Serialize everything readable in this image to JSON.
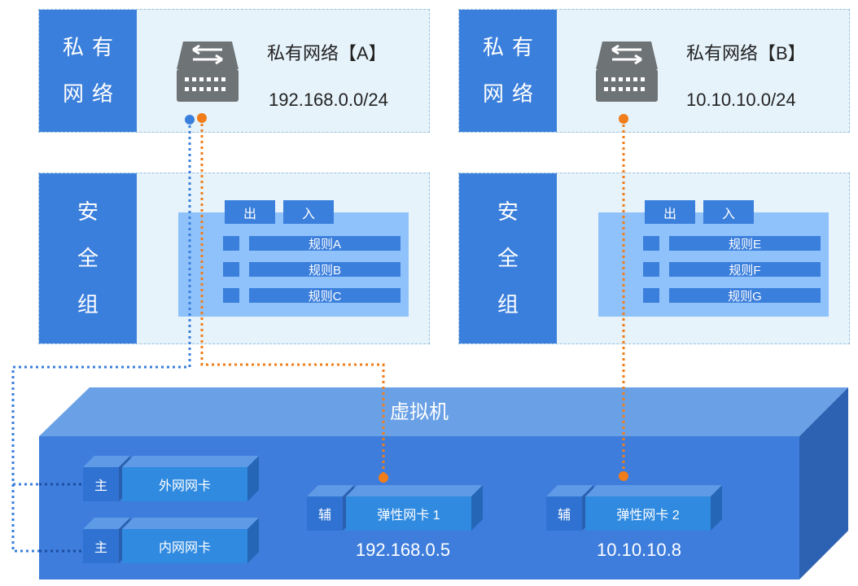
{
  "vpc_a": {
    "side_line1": "私有",
    "side_line2": "网络",
    "title": "私有网络【A】",
    "cidr": "192.168.0.0/24"
  },
  "vpc_b": {
    "side_line1": "私有",
    "side_line2": "网络",
    "title": "私有网络【B】",
    "cidr": "10.10.10.0/24"
  },
  "sg_a": {
    "side_c1": "安",
    "side_c2": "全",
    "side_c3": "组",
    "tab_out": "出",
    "tab_in": "入",
    "rules": [
      "规则A",
      "规则B",
      "规则C"
    ]
  },
  "sg_b": {
    "side_c1": "安",
    "side_c2": "全",
    "side_c3": "组",
    "tab_out": "出",
    "tab_in": "入",
    "rules": [
      "规则E",
      "规则F",
      "规则G"
    ]
  },
  "vm": {
    "label": "虚拟机",
    "primary_tag": "主",
    "secondary_tag": "辅",
    "nic_external": "外网网卡",
    "nic_internal": "内网网卡",
    "eni1": "弹性网卡 1",
    "eni2": "弹性网卡 2",
    "eni1_ip": "192.168.0.5",
    "eni2_ip": "10.10.10.8"
  },
  "colors": {
    "blue_dark": "#3b7fdc",
    "panel_bg": "#e6f3fb",
    "rules_bg": "#8fc2fb",
    "link_blue": "#3b7fdc",
    "link_orange": "#f07d1a"
  },
  "icons": {
    "router": "router-icon"
  }
}
